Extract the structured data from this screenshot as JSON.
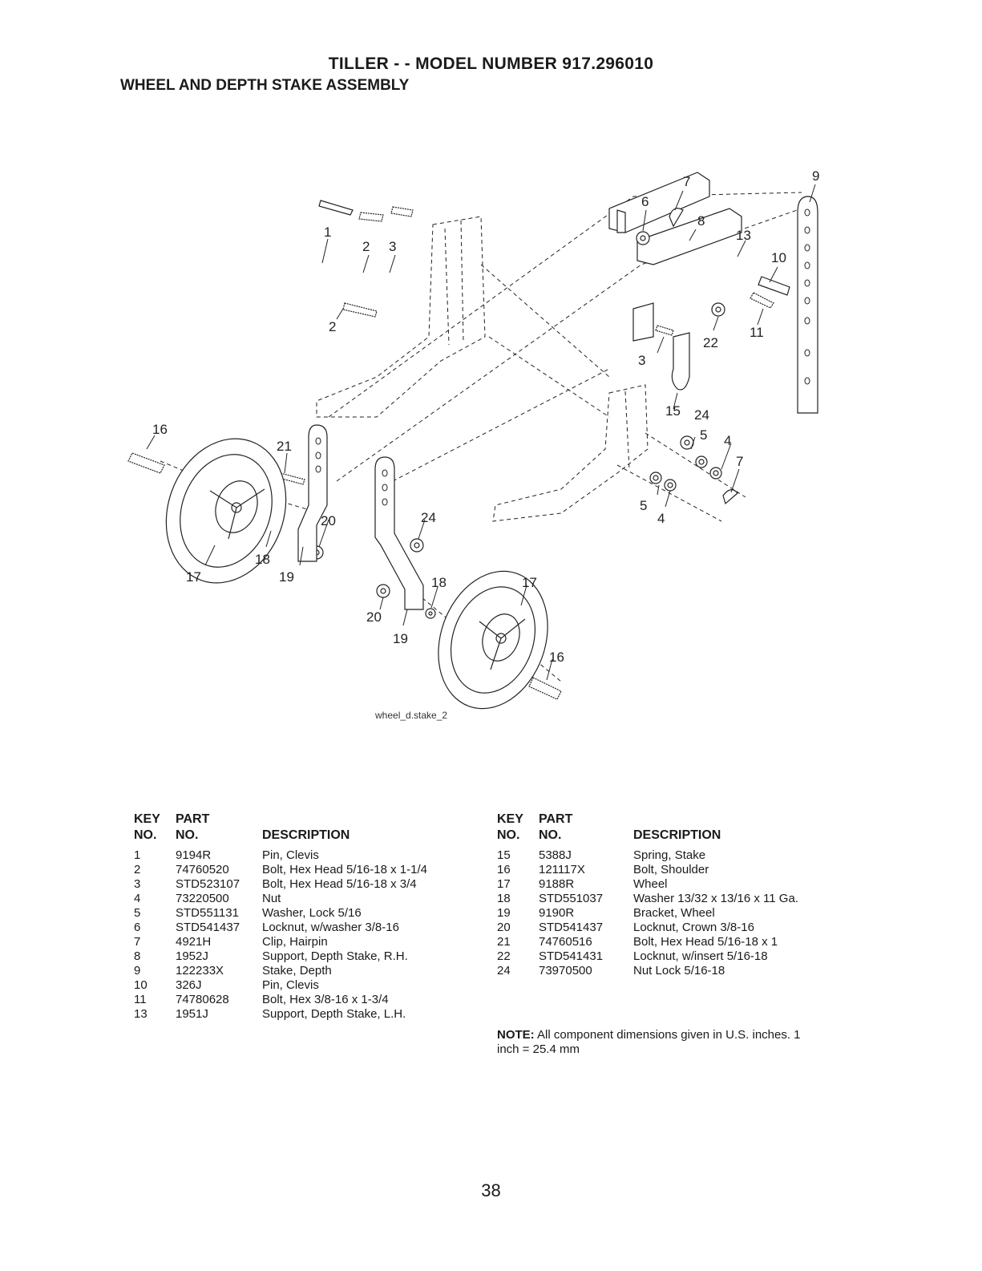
{
  "header": {
    "title": "TILLER - - MODEL NUMBER 917.296010",
    "subtitle": "WHEEL AND DEPTH STAKE ASSEMBLY"
  },
  "diagram": {
    "caption": "wheel_d.stake_2",
    "callouts": [
      "1",
      "2",
      "3",
      "2",
      "6",
      "7",
      "8",
      "9",
      "13",
      "10",
      "22",
      "11",
      "3",
      "15",
      "24",
      "5",
      "4",
      "7",
      "5",
      "4",
      "16",
      "21",
      "20",
      "18",
      "17",
      "19",
      "24",
      "18",
      "17",
      "20",
      "19",
      "16"
    ]
  },
  "parts_left": {
    "headers": {
      "key": [
        "KEY",
        "NO."
      ],
      "part": [
        "PART",
        "NO."
      ],
      "description": "DESCRIPTION"
    },
    "rows": [
      {
        "key": "1",
        "part": "9194R",
        "desc": "Pin, Clevis"
      },
      {
        "key": "2",
        "part": "74760520",
        "desc": "Bolt, Hex Head 5/16-18 x 1-1/4"
      },
      {
        "key": "3",
        "part": "STD523107",
        "desc": "Bolt, Hex Head 5/16-18 x 3/4"
      },
      {
        "key": "4",
        "part": "73220500",
        "desc": "Nut"
      },
      {
        "key": "5",
        "part": "STD551131",
        "desc": "Washer, Lock  5/16"
      },
      {
        "key": "6",
        "part": "STD541437",
        "desc": "Locknut, w/washer  3/8-16"
      },
      {
        "key": "7",
        "part": "4921H",
        "desc": "Clip, Hairpin"
      },
      {
        "key": "8",
        "part": "1952J",
        "desc": "Support, Depth Stake, R.H."
      },
      {
        "key": "9",
        "part": "122233X",
        "desc": "Stake, Depth"
      },
      {
        "key": "10",
        "part": "326J",
        "desc": "Pin, Clevis"
      },
      {
        "key": "11",
        "part": "74780628",
        "desc": "Bolt, Hex  3/8-16 x 1-3/4"
      },
      {
        "key": "13",
        "part": "1951J",
        "desc": "Support, Depth Stake, L.H."
      }
    ]
  },
  "parts_right": {
    "headers": {
      "key": [
        "KEY",
        "NO."
      ],
      "part": [
        "PART",
        "NO."
      ],
      "description": "DESCRIPTION"
    },
    "rows": [
      {
        "key": "15",
        "part": "5388J",
        "desc": "Spring, Stake"
      },
      {
        "key": "16",
        "part": "121117X",
        "desc": "Bolt, Shoulder"
      },
      {
        "key": "17",
        "part": "9188R",
        "desc": "Wheel"
      },
      {
        "key": "18",
        "part": "STD551037",
        "desc": "Washer 13/32 x 13/16 x 11 Ga."
      },
      {
        "key": "19",
        "part": "9190R",
        "desc": "Bracket, Wheel"
      },
      {
        "key": "20",
        "part": "STD541437",
        "desc": "Locknut, Crown  3/8-16"
      },
      {
        "key": "21",
        "part": "74760516",
        "desc": "Bolt, Hex Head  5/16-18 x 1"
      },
      {
        "key": "22",
        "part": "STD541431",
        "desc": "Locknut, w/insert 5/16-18"
      },
      {
        "key": "24",
        "part": "73970500",
        "desc": "Nut Lock 5/16-18"
      }
    ]
  },
  "note": {
    "label": "NOTE:",
    "text": " All component dimensions given in U.S. inches. 1 inch = 25.4 mm"
  },
  "page_number": "38"
}
